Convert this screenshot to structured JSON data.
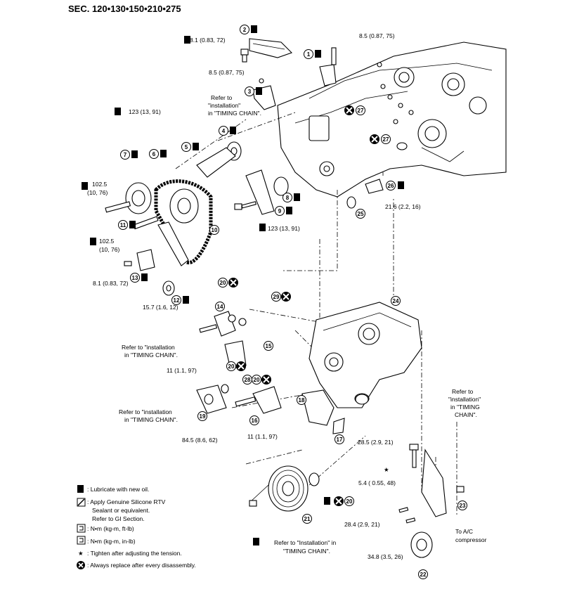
{
  "title": "SEC. 120•130•150•210•275",
  "parts": {
    "p1": "1",
    "p2": "2",
    "p3": "3",
    "p4": "4",
    "p5": "5",
    "p6": "6",
    "p7": "7",
    "p8": "8",
    "p9": "9",
    "p10": "10",
    "p11": "11",
    "p12": "12",
    "p13": "13",
    "p14": "14",
    "p15": "15",
    "p16": "16",
    "p17": "17",
    "p18": "18",
    "p19": "19",
    "p20": "20",
    "p21": "21",
    "p22": "22",
    "p23": "23",
    "p24": "24",
    "p25": "25",
    "p26": "26",
    "p27": "27",
    "p28": "28",
    "p29": "29"
  },
  "torque": {
    "t_8_1_top": "8.1 (0.83, 72)",
    "t_8_5_top": "8.5 (0.87, 75)",
    "t_8_5_mid": "8.5 (0.87, 75)",
    "t_123_top": "123 (13, 91)",
    "t_102_5_a1": "102.5",
    "t_102_5_a2": "(10, 76)",
    "t_102_5_b1": "102.5",
    "t_102_5_b2": "(10, 76)",
    "t_21_6": "21.6 (2.2, 16)",
    "t_123_mid": "123 (13, 91)",
    "t_8_1_low": "8.1 (0.83, 72)",
    "t_15_7": "15.7 (1.6, 12)",
    "t_11_a": "11 (1.1, 97)",
    "t_11_b": "11 (1.1, 97)",
    "t_84_5": "84.5 (8.6, 62)",
    "t_28_5": "28.5 (2.9, 21)",
    "t_5_4": "5.4 ( 0.55, 48)",
    "t_28_4": "28.4 (2.9, 21)",
    "t_34_8": "34.8 (3.5, 26)"
  },
  "refs": {
    "r_top_1": "Refer to",
    "r_top_2": "\"installation\"",
    "r_top_3": "in \"TIMING CHAIN\".",
    "r_left1_1": "Refer to \"installation",
    "r_left1_2": "in \"TIMING CHAIN\".",
    "r_left2_1": "Refer to \"installation",
    "r_left2_2": "in \"TIMING CHAIN\".",
    "r_right_1": "Refer to",
    "r_right_2": "\"installation\"",
    "r_right_3": "in \"TIMING",
    "r_right_4": "CHAIN\".",
    "r_bottom_1": "Refer to \"Installation\" in",
    "r_bottom_2": "\"TIMING CHAIN\".",
    "ac_1": "To A/C",
    "ac_2": "compressor"
  },
  "legend": [
    ": Lubricate with new oil.",
    ": Apply Genuine Silicone RTV",
    "Sealant or equivalent.",
    "Refer to GI Section.",
    ": N•m (kg-m, ft-lb)",
    ": N•m (kg-m, in-lb)",
    ": Tighten after adjusting the tension.",
    ": Always replace after every disassembly."
  ],
  "star": "★"
}
